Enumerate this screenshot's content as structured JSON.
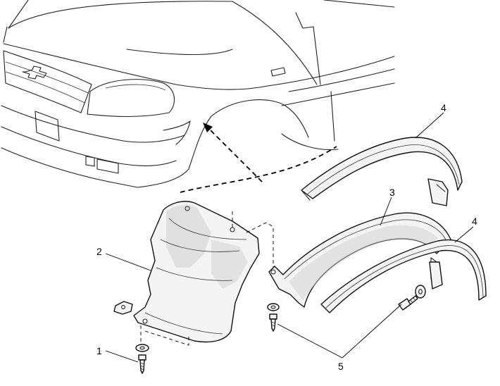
{
  "callouts": [
    {
      "id": "c1",
      "label": "1"
    },
    {
      "id": "c2",
      "label": "2"
    },
    {
      "id": "c3",
      "label": "3"
    },
    {
      "id": "c4a",
      "label": "4"
    },
    {
      "id": "c4b",
      "label": "4"
    },
    {
      "id": "c5",
      "label": "5"
    }
  ],
  "icons": {
    "car_emblem": "chevrolet-bowtie-icon",
    "arrow": "install-direction-arrow"
  }
}
